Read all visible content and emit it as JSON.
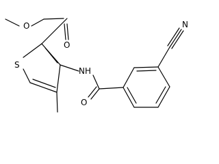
{
  "molecule": {
    "atoms": {
      "ester_oxygen": "O",
      "carbonyl_oxygen_ester": "O",
      "sulfur": "S",
      "amide_nh": "NH",
      "carbonyl_oxygen_amide": "O",
      "nitrile_nitrogen": "N"
    },
    "colors": {
      "bond": "#000000",
      "label": "#000000",
      "background": "#ffffff"
    }
  }
}
